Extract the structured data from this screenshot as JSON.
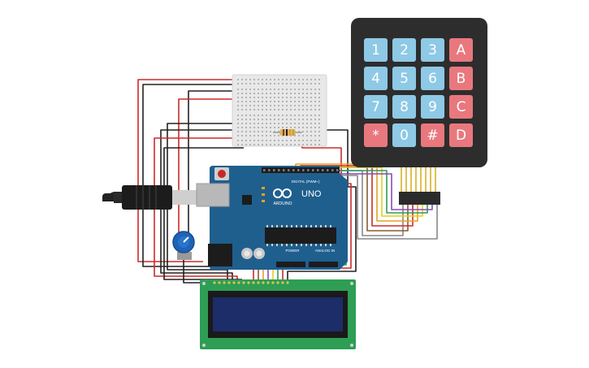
{
  "keypad": {
    "rows": [
      [
        "1",
        "2",
        "3",
        "A"
      ],
      [
        "4",
        "5",
        "6",
        "B"
      ],
      [
        "7",
        "8",
        "9",
        "C"
      ],
      [
        "*",
        "0",
        "#",
        "D"
      ]
    ],
    "colors": {
      "number": "#8ec9e6",
      "letter": "#e8787e",
      "body": "#2d2d2d"
    }
  },
  "arduino": {
    "brand": "ARDUINO",
    "model": "UNO",
    "digital_label": "DIGITAL (PWM~)",
    "power_label": "POWER",
    "analog_label": "ANALOG IN",
    "board_color": "#1f5f8e"
  },
  "lcd": {
    "board_color": "#2e9e55",
    "screen_color": "#1d2d6a"
  },
  "breadboard": {
    "color": "#e8e8e8"
  },
  "resistor": {
    "color": "#d9b36a"
  },
  "potentiometer": {
    "color": "#1f63b8"
  },
  "wire_colors": [
    "#cc2b2b",
    "#222222",
    "#e8a020",
    "#8a4ab8",
    "#2e9e55",
    "#8b5a2b",
    "#888888",
    "#e0d020"
  ]
}
